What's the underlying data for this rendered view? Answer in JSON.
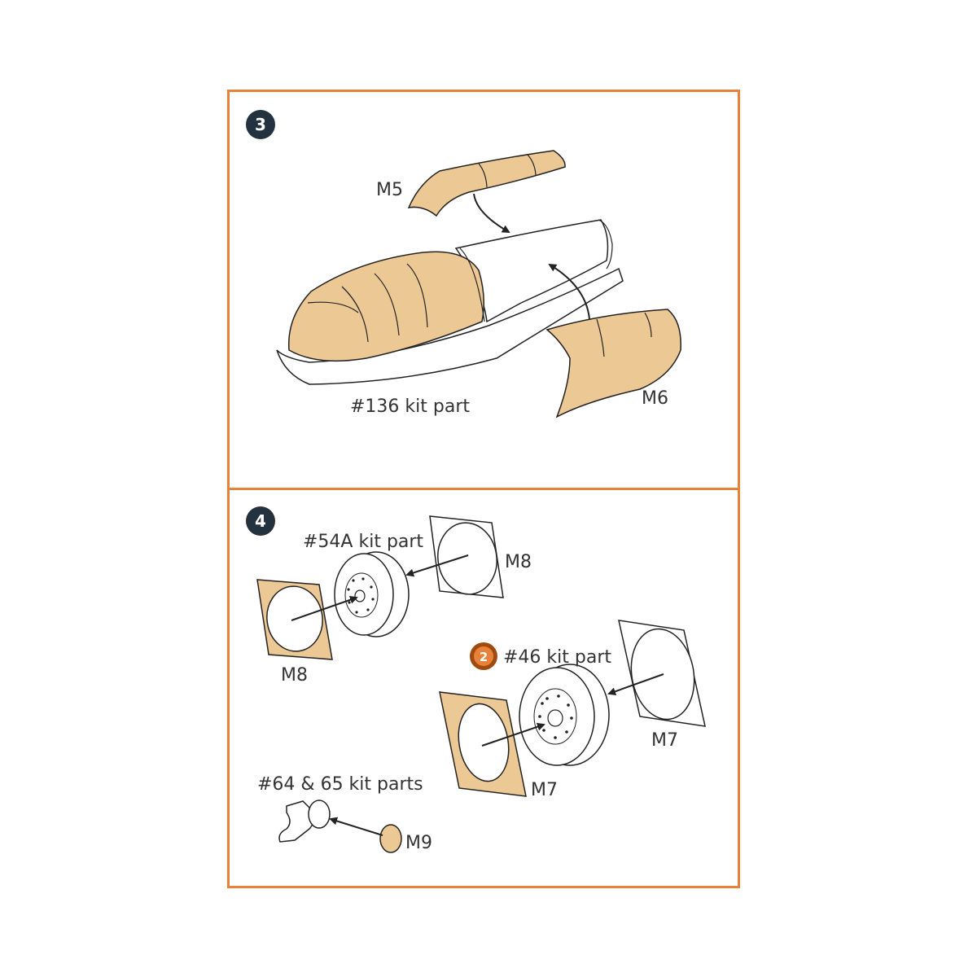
{
  "colors": {
    "frame": "#e8823a",
    "badge": "#24323f",
    "mask": "#ecc895",
    "ink": "#333333",
    "callout_ring": "#a04a10",
    "callout_fill": "#e8823a"
  },
  "step3": {
    "badge": "3",
    "labels": {
      "m5": "M5",
      "m6": "M6",
      "kit_part": "#136 kit part"
    }
  },
  "step4": {
    "badge": "4",
    "labels": {
      "kit_54a": "#54A kit part",
      "m8_right": "M8",
      "m8_left": "M8",
      "kit_46": "#46 kit part",
      "m7_right": "M7",
      "m7_left": "M7",
      "kit_64_65": "#64 & 65 kit parts",
      "m9": "M9",
      "callout_number": "2"
    }
  }
}
